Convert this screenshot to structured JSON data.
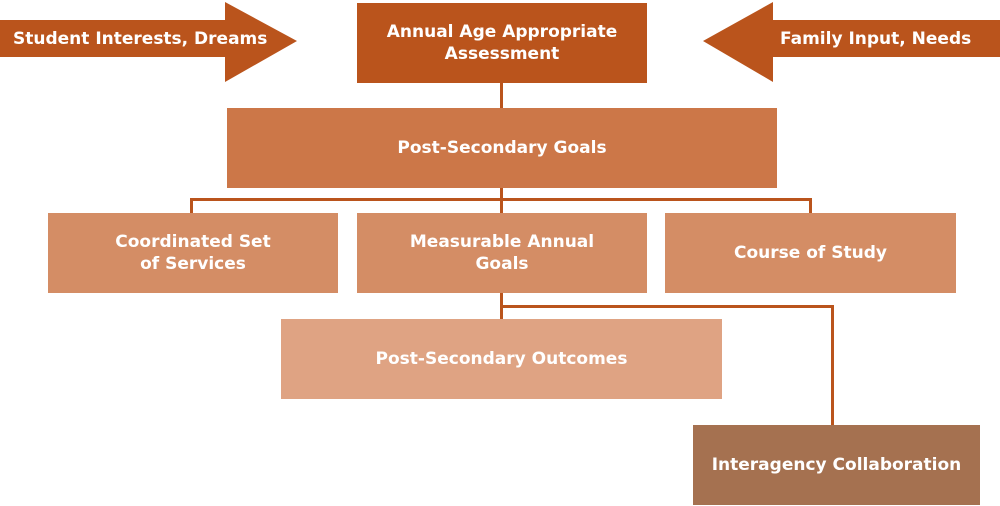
{
  "colors": {
    "primary": "#BA541C",
    "goals": "#CC7748",
    "row3": "#D48D65",
    "outcomes": "#DFA383",
    "collaboration": "#A57150",
    "connector": "#BA541C",
    "text": "#FFFFFF"
  },
  "inputs": {
    "left_arrow": "Student Interests, Dreams",
    "right_arrow": "Family Input, Needs"
  },
  "nodes": {
    "assessment": "Annual Age Appropriate Assessment",
    "goals": "Post-Secondary Goals",
    "services": "Coordinated Set of Services",
    "annual_goals": "Measurable Annual Goals",
    "course": "Course of Study",
    "outcomes": "Post-Secondary Outcomes",
    "collaboration": "Interagency Collaboration"
  },
  "edges": [
    {
      "from": "assessment",
      "to": "goals"
    },
    {
      "from": "goals",
      "to": "services"
    },
    {
      "from": "goals",
      "to": "annual_goals"
    },
    {
      "from": "goals",
      "to": "course"
    },
    {
      "from": "annual_goals",
      "to": "outcomes"
    },
    {
      "from": "annual_goals",
      "to": "collaboration"
    },
    {
      "from": "left_arrow",
      "to": "assessment"
    },
    {
      "from": "right_arrow",
      "to": "assessment"
    }
  ]
}
